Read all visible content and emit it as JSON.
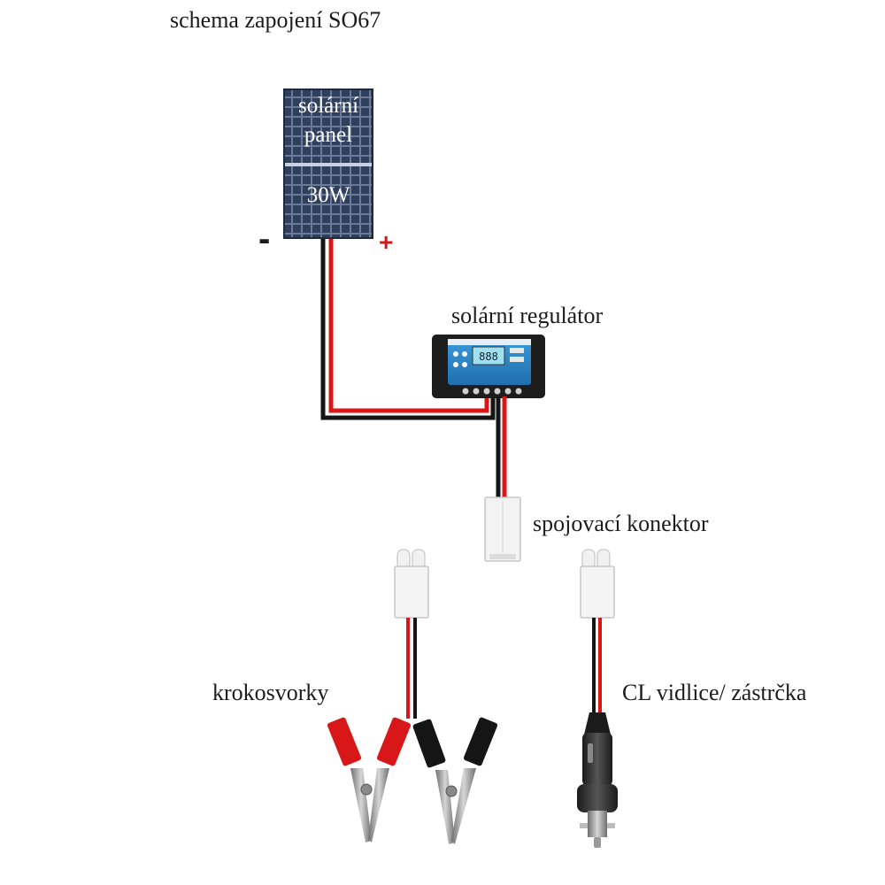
{
  "title": "schema zapojení SO67",
  "panel": {
    "line1": "solární",
    "line2": "panel",
    "power": "30W",
    "minus": "-",
    "plus": "+"
  },
  "labels": {
    "regulator": "solární regulátor",
    "connector": "spojovací konektor",
    "clamps": "krokosvorky",
    "cl_plug": "CL vidlice/ zástrčka"
  },
  "regulator_screen": "888",
  "colors": {
    "positive_wire": "#d81818",
    "negative_wire": "#151515",
    "panel": "#2b3a55",
    "regulator_face": "#2a86c8",
    "lcd": "#9fe0f0"
  },
  "icons": [
    "solar-panel-icon",
    "charge-controller-icon",
    "connector-plug-icon",
    "alligator-clip-icon",
    "car-lighter-plug-icon"
  ]
}
